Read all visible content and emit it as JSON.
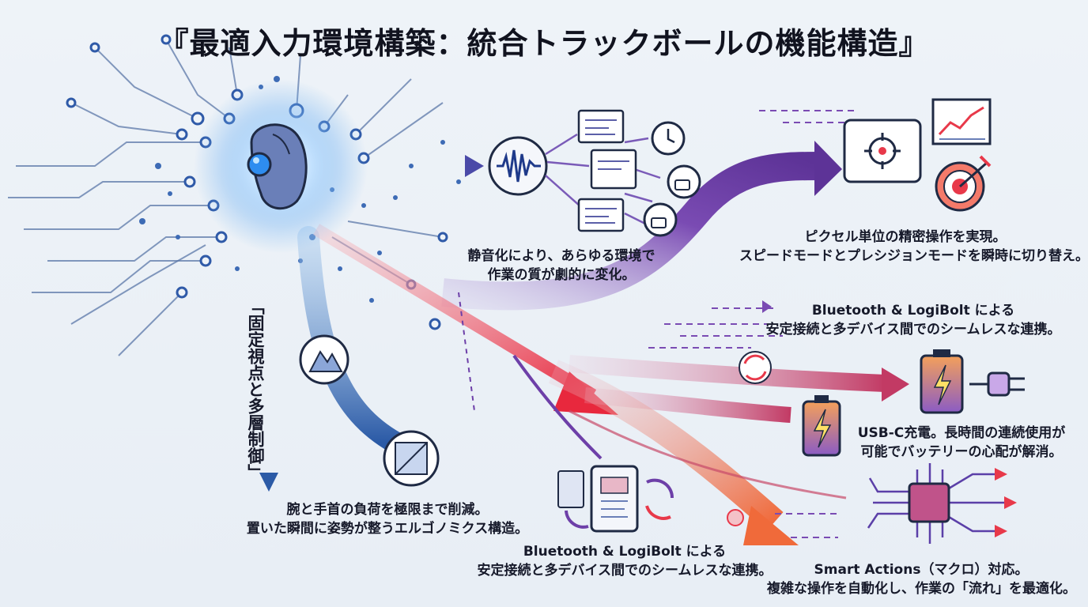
{
  "title": "『最適入力環境構築：統合トラックボールの機能構造』",
  "vertical_label": "「固定視点と多層制御」",
  "annotations": {
    "silent": [
      "静音化により、あらゆる環境で",
      "作業の質が劇的に変化。"
    ],
    "precision": [
      "ピクセル単位の精密操作を実現。",
      "スピードモードとプレシジョンモードを瞬時に切り替え。"
    ],
    "bluetooth_right": [
      "Bluetooth & LogiBolt による",
      "安定接続と多デバイス間でのシームレスな連携。"
    ],
    "usbc": [
      "USB-C充電。長時間の連続使用が",
      "可能でバッテリーの心配が解消。"
    ],
    "ergonomic": [
      "腕と手首の負荷を極限まで削減。",
      "置いた瞬間に姿勢が整うエルゴノミクス構造。"
    ],
    "bluetooth_bottom": [
      "Bluetooth & LogiBolt による",
      "安定接続と多デバイス間でのシームレスな連携。"
    ],
    "smart": [
      "Smart Actions（マクロ）対応。",
      "複雑な操作を自動化し、作業の「流れ」を最適化。"
    ]
  },
  "colors": {
    "blue": "#2f6fc4",
    "purple": "#6d3fa8",
    "red": "#e8394a",
    "orange": "#f0703a",
    "magenta": "#b0356e",
    "ink": "#1f2a44"
  },
  "icons": [
    "trackball-mouse-icon",
    "soundwave-icon",
    "document-icon",
    "clock-icon",
    "coffee-cup-icon",
    "target-frame-icon",
    "trend-chart-icon",
    "bullseye-icon",
    "sync-arrows-icon",
    "battery-icon",
    "plug-icon",
    "mountain-icon",
    "window-pane-icon",
    "tablet-device-icon",
    "chip-icon"
  ]
}
